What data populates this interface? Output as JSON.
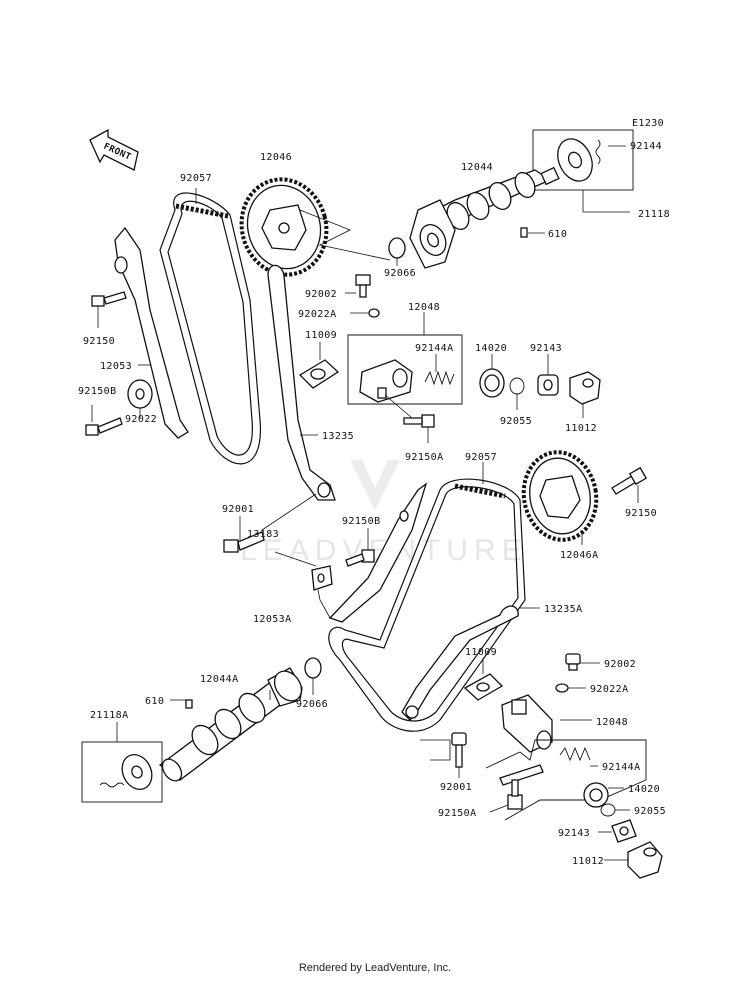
{
  "diagram_code": "E1230",
  "front_label": "FRONT",
  "watermark": "LEADVENTURE",
  "footer": "Rendered by LeadVenture, Inc.",
  "labels": {
    "l92144_top": "92144",
    "l12044": "12044",
    "l21118": "21118",
    "l610_top": "610",
    "l12046": "12046",
    "l92057_top": "92057",
    "l92066_top": "92066",
    "l92002_top": "92002",
    "l92022A_top": "92022A",
    "l12048_top": "12048",
    "l11009_top": "11009",
    "l92144A_top": "92144A",
    "l14020_top": "14020",
    "l92143_top": "92143",
    "l92055_top": "92055",
    "l11012_top": "11012",
    "l92150": "92150",
    "l12053": "12053",
    "l92150B": "92150B",
    "l92022": "92022",
    "l13235": "13235",
    "l92150A_top": "92150A",
    "l92057_right": "92057",
    "l92150_right": "92150",
    "l12046A": "12046A",
    "l92001_left": "92001",
    "l92150B_mid": "92150B",
    "l13183": "13183",
    "l12053A": "12053A",
    "l13235A": "13235A",
    "l11009_bot": "11009",
    "l92002_bot": "92002",
    "l92022A_bot": "92022A",
    "l12044A": "12044A",
    "l610_bot": "610",
    "l92066_bot": "92066",
    "l21118A": "21118A",
    "l12048_bot": "12048",
    "l92001_bot": "92001",
    "l92144A_bot": "92144A",
    "l14020_bot": "14020",
    "l92055_bot": "92055",
    "l92150A_bot": "92150A",
    "l92143_bot": "92143",
    "l11012_bot": "11012",
    "l92144_bot": "92144"
  }
}
